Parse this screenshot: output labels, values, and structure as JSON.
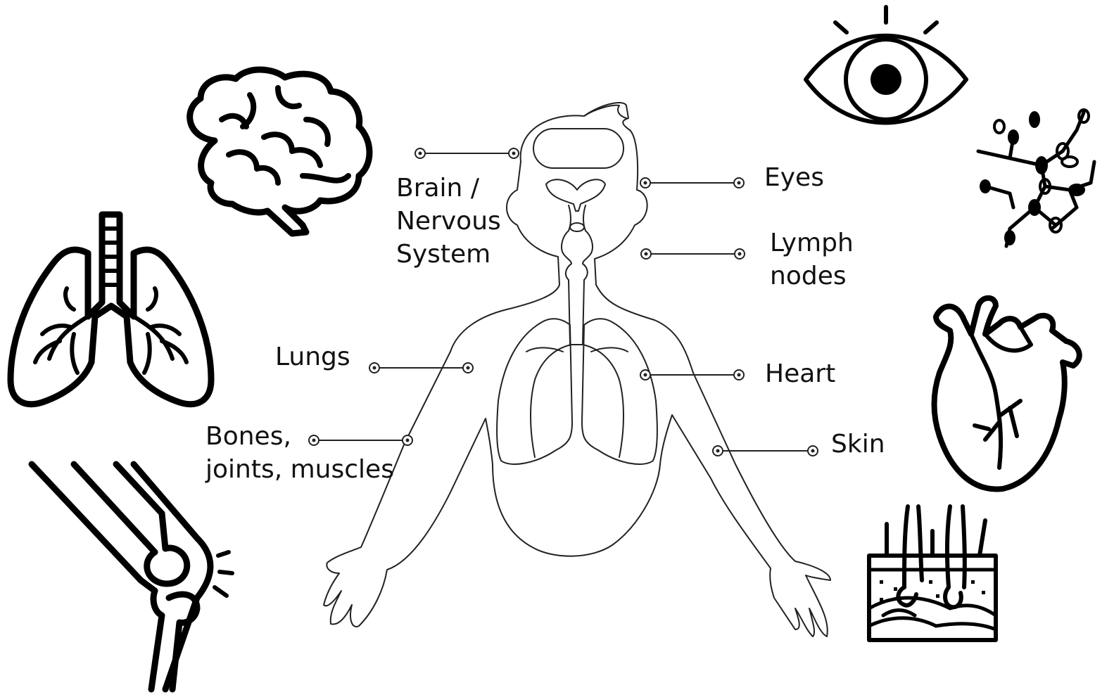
{
  "labels": {
    "brain": "Brain /\nNervous\nSystem",
    "eyes": "Eyes",
    "lymph": "Lymph\nnodes",
    "lungs": "Lungs",
    "heart": "Heart",
    "bones": "Bones,\njoints, muscles",
    "skin": "Skin"
  },
  "icons": [
    "brain-icon",
    "eye-icon",
    "lymph-nodes-icon",
    "lungs-icon",
    "heart-icon",
    "knee-joint-icon",
    "skin-icon"
  ],
  "colors": {
    "ink": "#000000",
    "background": "#ffffff"
  }
}
